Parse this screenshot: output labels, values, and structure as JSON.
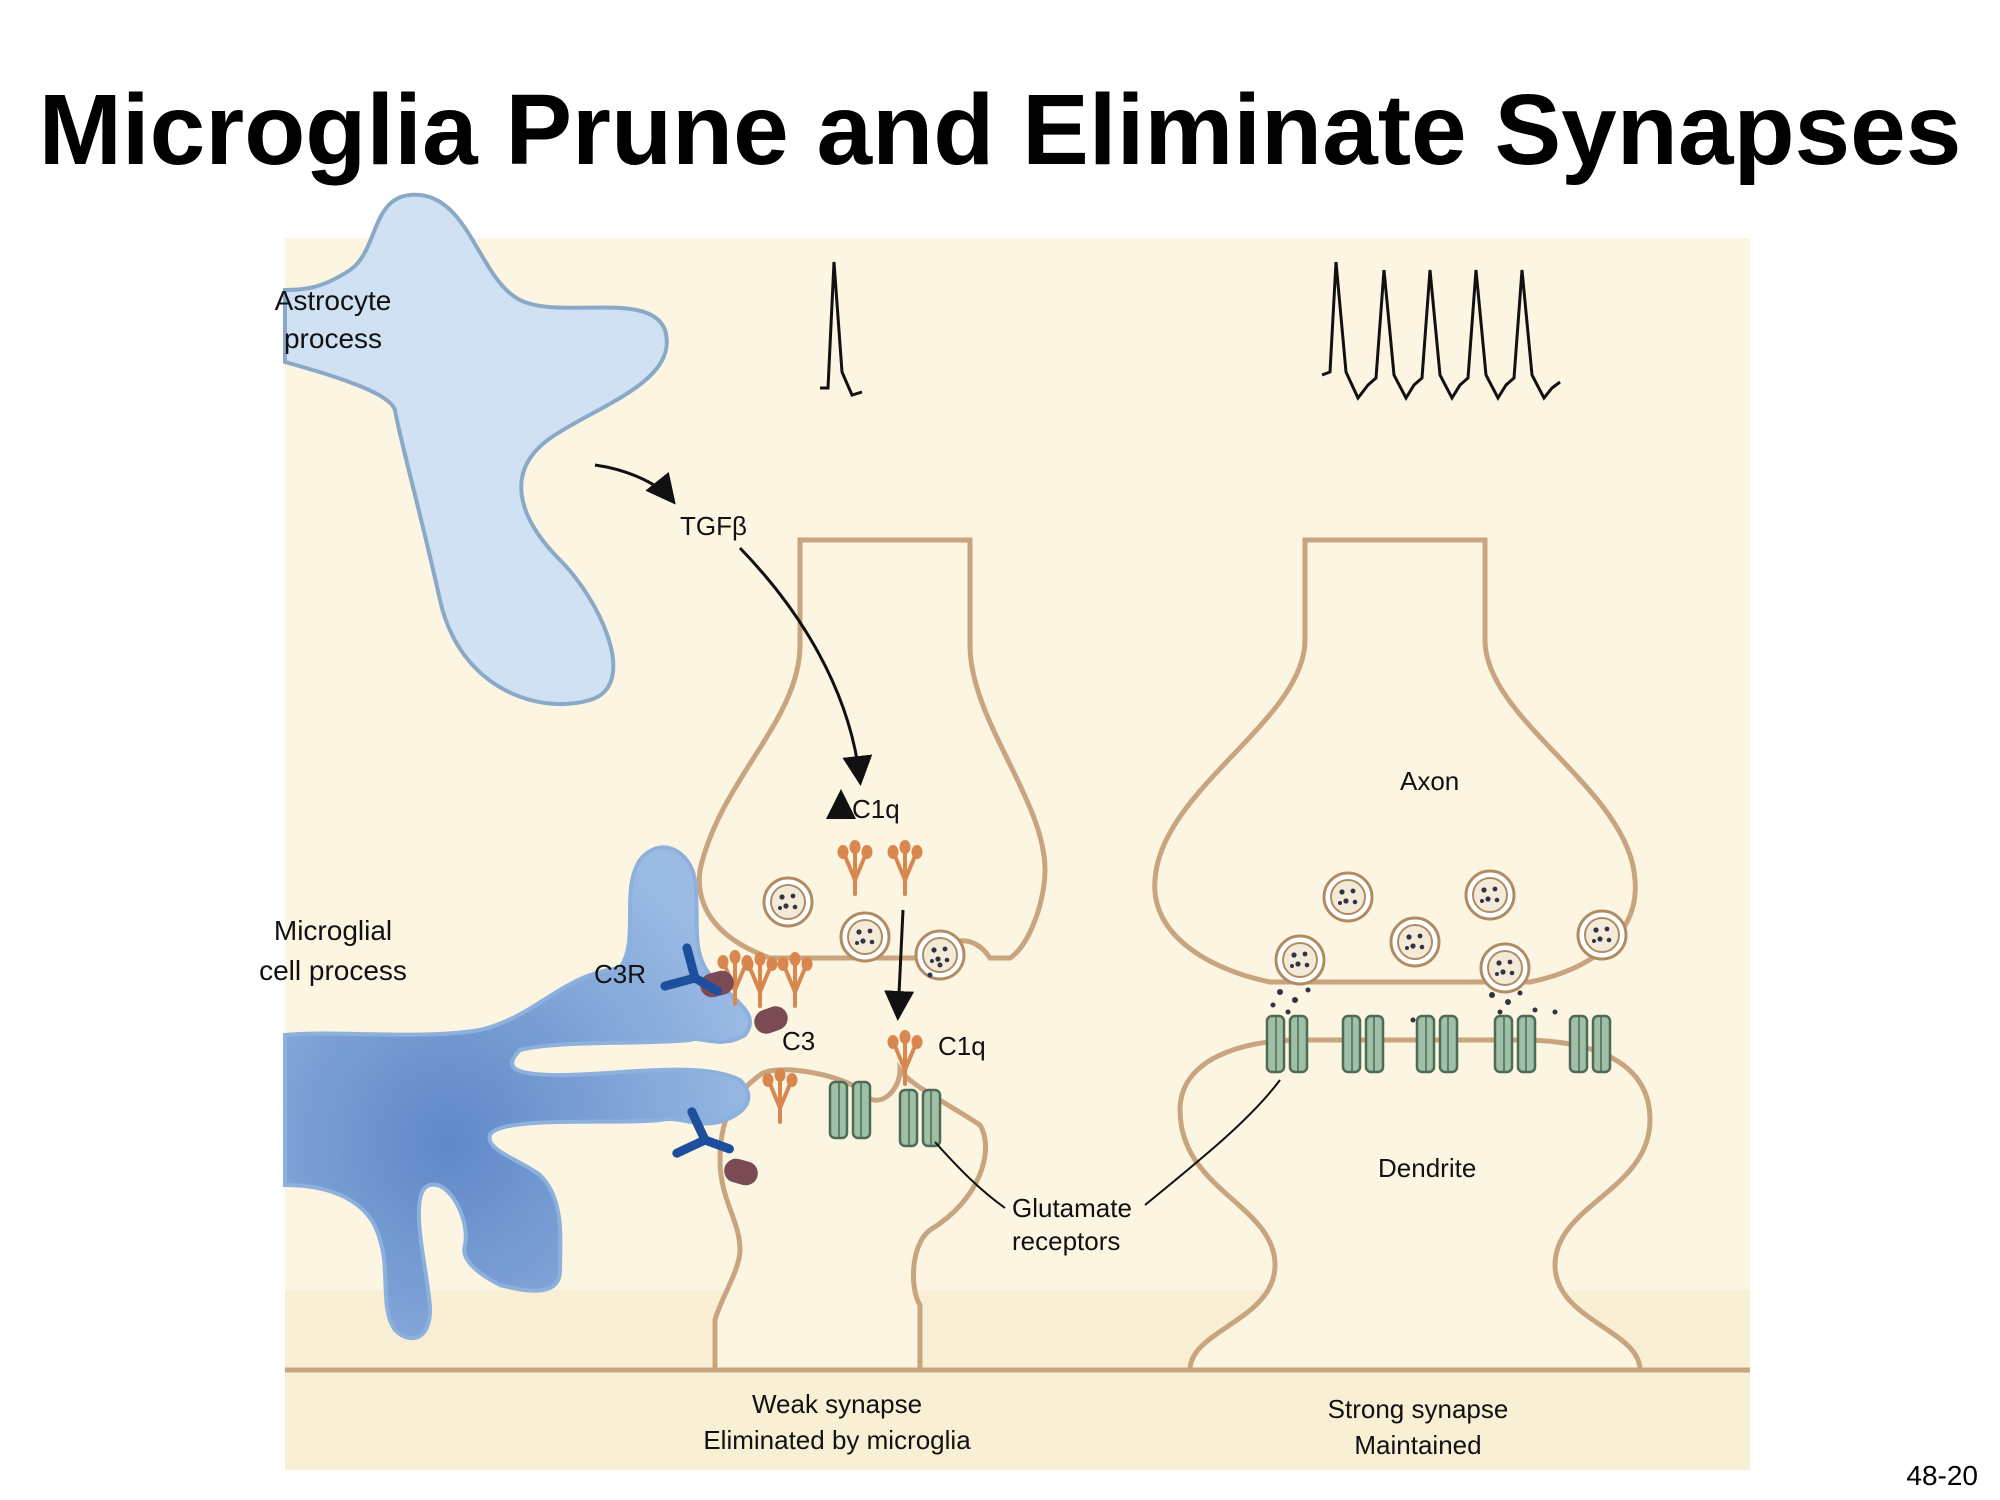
{
  "title": "Microglia Prune and Eliminate Synapses",
  "slide_number": "48-20",
  "labels": {
    "astrocyte": [
      "Astrocyte",
      "process"
    ],
    "microglia": [
      "Microglial",
      "cell process"
    ],
    "tgfb": "TGFβ",
    "c1q_up": "C1q",
    "c1q": "C1q",
    "c3r": "C3R",
    "c3": "C3",
    "axon": "Axon",
    "dendrite": "Dendrite",
    "glutamate": [
      "Glutamate",
      "receptors"
    ],
    "weak": [
      "Weak synapse",
      "Eliminated by microglia"
    ],
    "strong": [
      "Strong synapse",
      "Maintained"
    ]
  },
  "colors": {
    "paper": "#fbf5e2",
    "membrane": "#c9a57f",
    "astrocyte": "#cfe1f2",
    "microglia": "#7fa3d6",
    "c1q": "#d8874f",
    "c3": "#7a4a55",
    "receptor": "#9fbfa6",
    "c3r": "#1d4f9c"
  }
}
